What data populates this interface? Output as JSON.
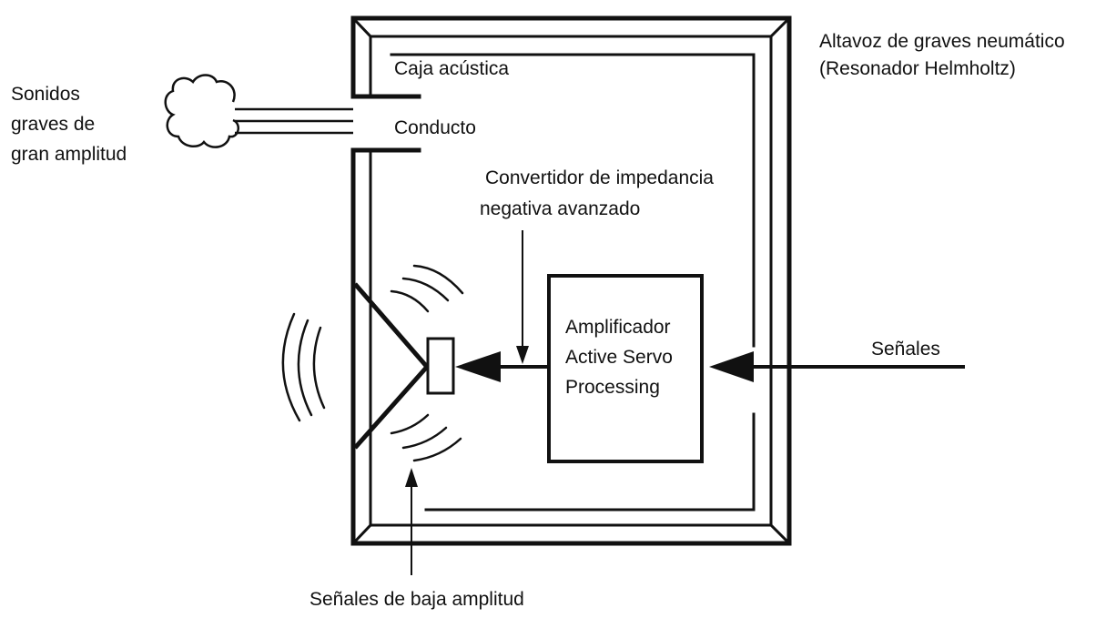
{
  "labels": {
    "title_line1": "Altavoz de graves neumático",
    "title_line2": "(Resonador Helmholtz)",
    "enclosure": "Caja acústica",
    "duct": "Conducto",
    "bass_line1": "Sonidos",
    "bass_line2": "graves de",
    "bass_line3": "gran amplitud",
    "converter_line1": "Convertidor de impedancia",
    "converter_line2": "negativa avanzado",
    "amp_line1": "Amplificador",
    "amp_line2": "Active Servo",
    "amp_line3": "Processing",
    "signals": "Señales",
    "low_amp": "Señales de baja amplitud"
  },
  "colors": {
    "stroke": "#111111",
    "background": "#ffffff"
  }
}
